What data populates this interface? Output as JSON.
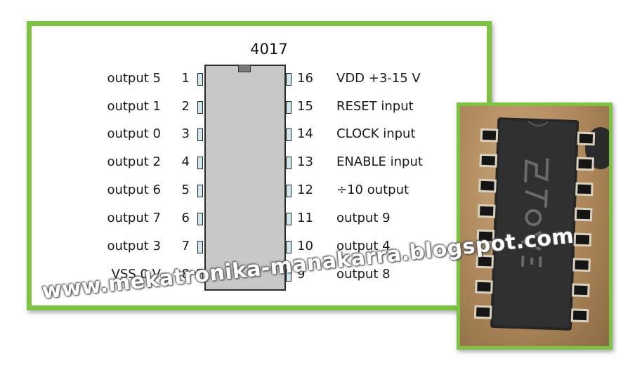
{
  "chip": {
    "part_number": "4017"
  },
  "pins_left": [
    {
      "number": "1",
      "label": "output 5"
    },
    {
      "number": "2",
      "label": "output 1"
    },
    {
      "number": "3",
      "label": "output 0"
    },
    {
      "number": "4",
      "label": "output 2"
    },
    {
      "number": "5",
      "label": "output 6"
    },
    {
      "number": "6",
      "label": "output 7"
    },
    {
      "number": "7",
      "label": "output 3"
    },
    {
      "number": "8",
      "label": "VSS 0 V"
    }
  ],
  "pins_right": [
    {
      "number": "16",
      "label": "VDD +3-15 V"
    },
    {
      "number": "15",
      "label": "RESET input"
    },
    {
      "number": "14",
      "label": "CLOCK input"
    },
    {
      "number": "13",
      "label": "ENABLE input"
    },
    {
      "number": "12",
      "label": "÷10 output"
    },
    {
      "number": "11",
      "label": "output 9"
    },
    {
      "number": "10",
      "label": "output 4"
    },
    {
      "number": "9",
      "label": "output 8"
    }
  ],
  "watermark": "www.mekatronika-manakarra.blogspot.com",
  "colors": {
    "frame": "#7dc242",
    "ic_body": "#c8c8c8",
    "pin": "#cfe8ee"
  }
}
